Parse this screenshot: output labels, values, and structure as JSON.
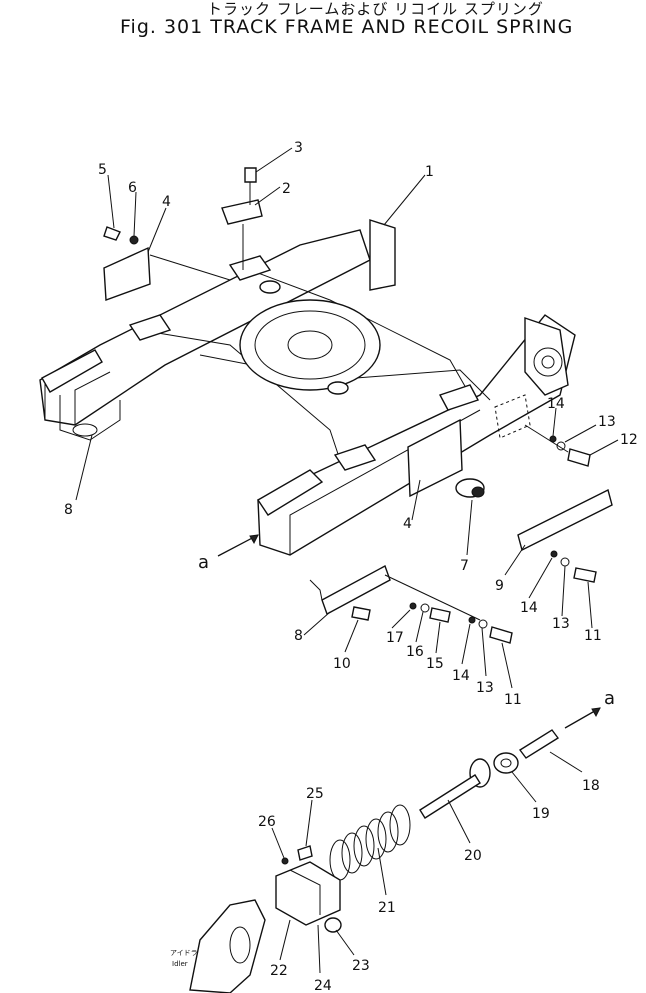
{
  "title": {
    "japanese": "トラック フレームおよび リコイル スプリング",
    "english": "Fig. 301 TRACK FRAME AND RECOIL SPRING"
  },
  "callouts": [
    "1",
    "2",
    "3",
    "4",
    "5",
    "6",
    "4",
    "8",
    "4",
    "7",
    "9",
    "14",
    "13",
    "12",
    "14",
    "13",
    "11",
    "8",
    "17",
    "16",
    "15",
    "14",
    "13",
    "11",
    "10",
    "18",
    "19",
    "20",
    "21",
    "22",
    "23",
    "24",
    "25",
    "26"
  ],
  "reference_marks": [
    "a",
    "a"
  ],
  "idler_note": [
    "アイドラ",
    "Idler"
  ]
}
